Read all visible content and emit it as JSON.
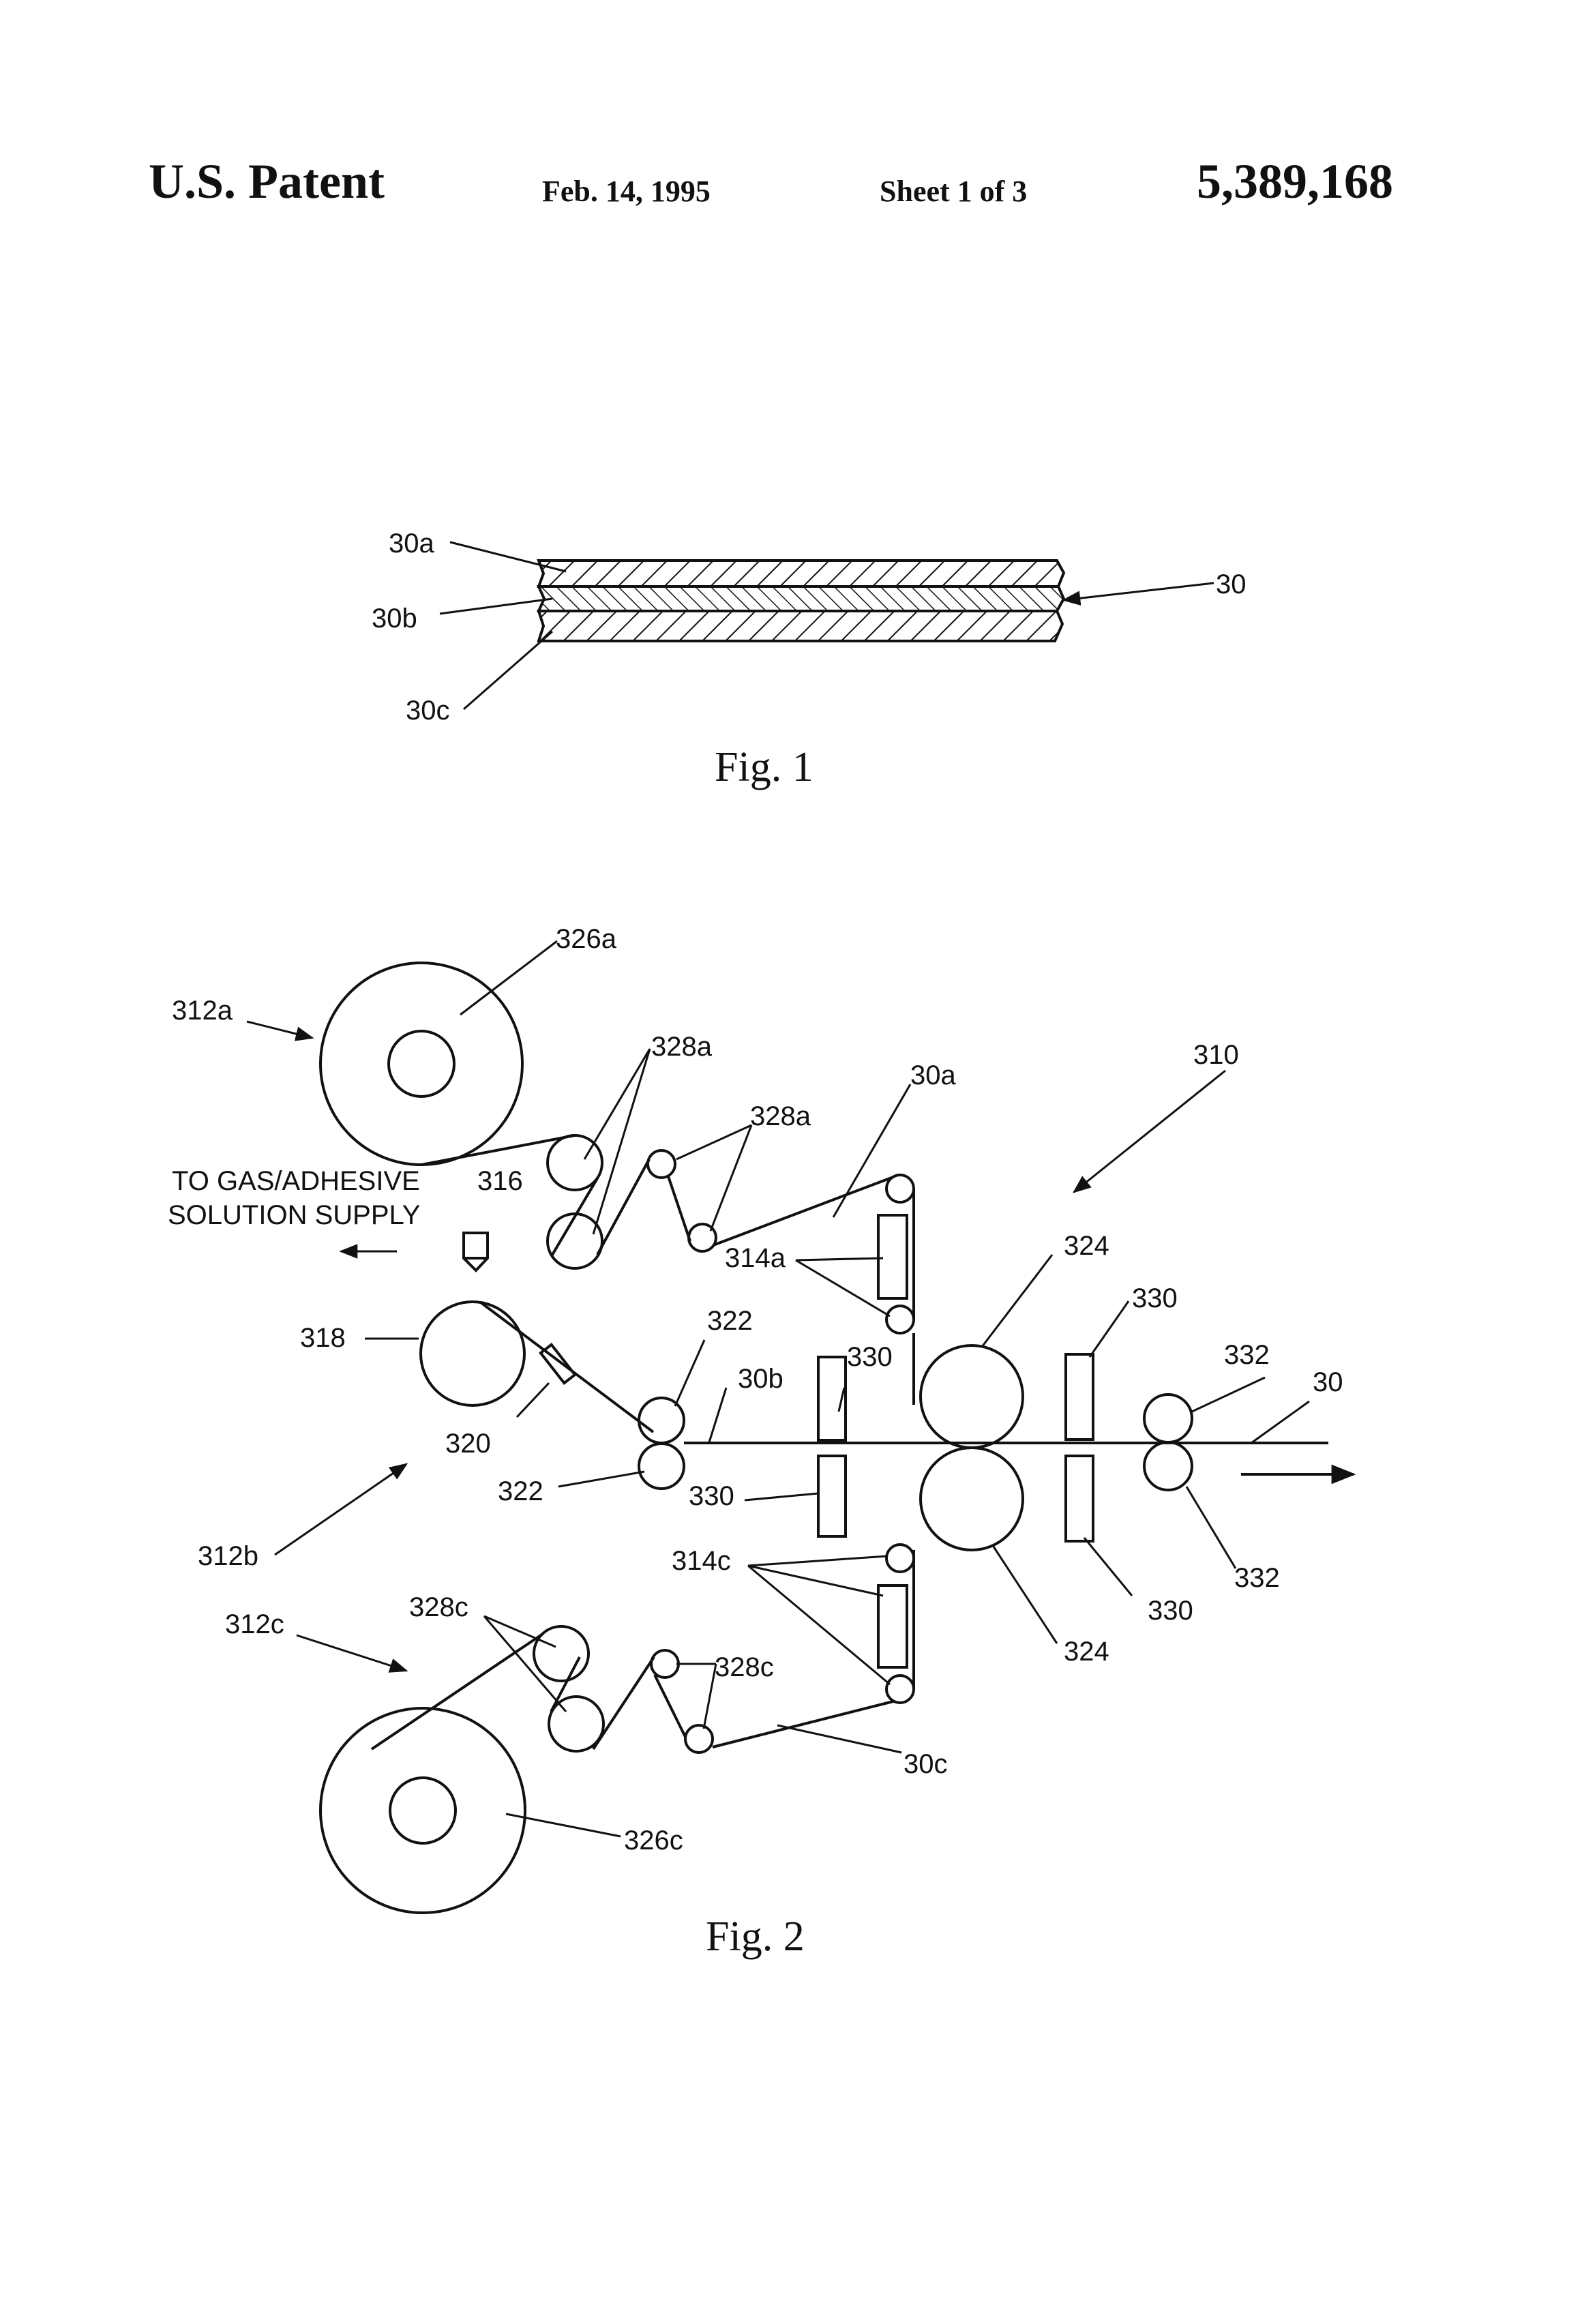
{
  "header": {
    "left": "U.S. Patent",
    "date": "Feb. 14, 1995",
    "sheet": "Sheet 1 of 3",
    "number": "5,389,168"
  },
  "fig1": {
    "caption": "Fig. 1",
    "labels": {
      "a": "30a",
      "b": "30b",
      "c": "30c",
      "whole": "30"
    }
  },
  "fig2": {
    "caption": "Fig. 2",
    "supply_line1": "TO GAS/ADHESIVE",
    "supply_line2": "SOLUTION SUPPLY",
    "labels": {
      "l326a": "326a",
      "l312a": "312a",
      "l328a_1": "328a",
      "l328a_2": "328a",
      "l30a": "30a",
      "l310": "310",
      "l316": "316",
      "l314a": "314a",
      "l324_top": "324",
      "l330_tr": "330",
      "l318": "318",
      "l322_top": "322",
      "l30b": "30b",
      "l330_tl": "330",
      "l332_top": "332",
      "l30": "30",
      "l320": "320",
      "l322_bot": "322",
      "l330_bl": "330",
      "l312b": "312b",
      "l314c": "314c",
      "l332_bot": "332",
      "l312c": "312c",
      "l328c_1": "328c",
      "l328c_2": "328c",
      "l330_br": "330",
      "l324_bot": "324",
      "l30c": "30c",
      "l326c": "326c"
    }
  }
}
